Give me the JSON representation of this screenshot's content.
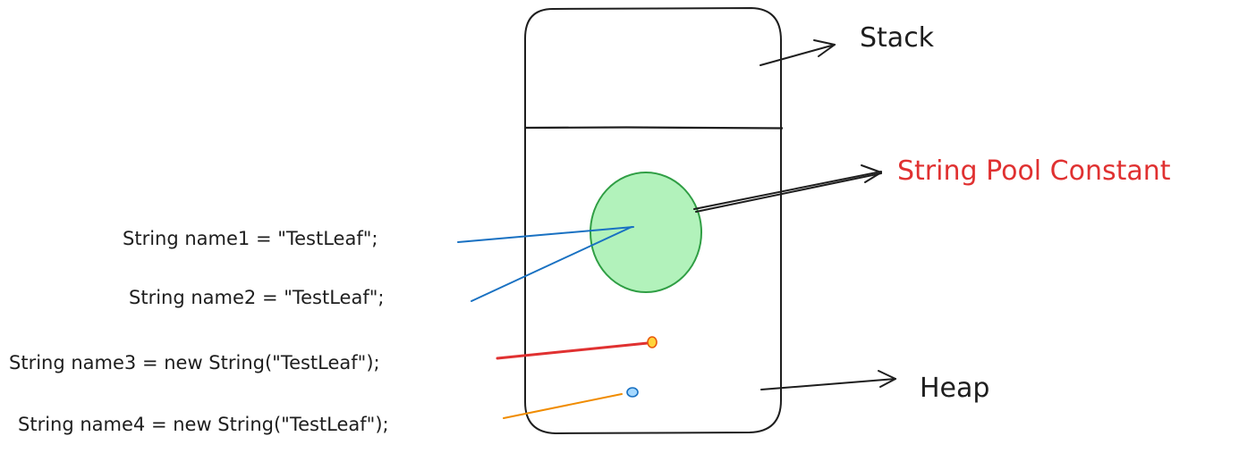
{
  "labels": {
    "stack": "Stack",
    "heap": "Heap",
    "pool": "String Pool Constant"
  },
  "code_lines": [
    "String name1 = \"TestLeaf\";",
    "String name2 = \"TestLeaf\";",
    "String name3 = new String(\"TestLeaf\");",
    "String name4 = new String(\"TestLeaf\");"
  ],
  "colors": {
    "ink": "#1e1e1e",
    "pool_fill": "#b2f2bb",
    "pool_stroke": "#2f9e44",
    "line_name1": "#1971c2",
    "line_name2": "#1971c2",
    "line_name3": "#e03131",
    "line_name4": "#f08c00",
    "dot_name3_fill": "#ffd43b",
    "dot_name4_fill": "#a5d8ff",
    "pool_label": "#e03131"
  }
}
